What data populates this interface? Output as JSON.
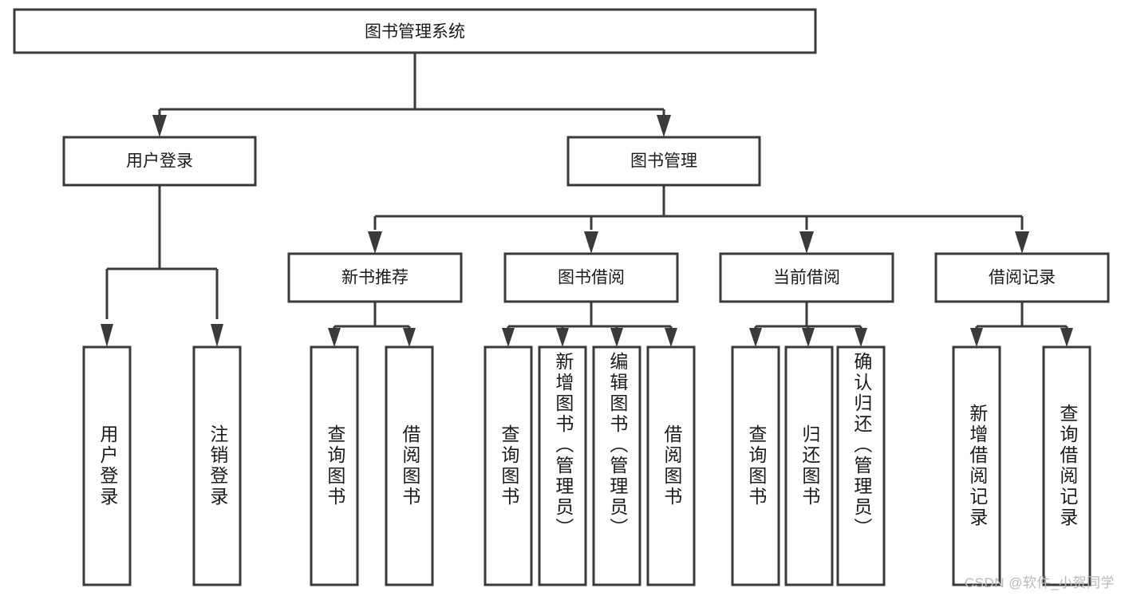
{
  "diagram": {
    "type": "tree-hierarchy-chart",
    "title": "图书管理系统",
    "orientation": "top-down",
    "background_color": "#ffffff",
    "line_color": "#3a3a3a",
    "text_color": "#1b1b1b",
    "levels": 4
  },
  "nodes": {
    "root": {
      "label": "图书管理系统"
    },
    "level2": [
      {
        "id": "user-login",
        "label": "用户登录"
      },
      {
        "id": "book-manage",
        "label": "图书管理"
      }
    ],
    "level3": [
      {
        "id": "new-book-recommend",
        "label": "新书推荐"
      },
      {
        "id": "book-borrow",
        "label": "图书借阅"
      },
      {
        "id": "current-borrow",
        "label": "当前借阅"
      },
      {
        "id": "borrow-record",
        "label": "借阅记录"
      }
    ],
    "leaves": {
      "user-login": [
        {
          "id": "leaf-user-login",
          "label": "用户登录"
        },
        {
          "id": "leaf-logout",
          "label": "注销登录"
        }
      ],
      "new-book-recommend": [
        {
          "id": "leaf-query-book-1",
          "label": "查询图书"
        },
        {
          "id": "leaf-borrow-book-1",
          "label": "借阅图书"
        }
      ],
      "book-borrow": [
        {
          "id": "leaf-query-book-2",
          "label": "查询图书"
        },
        {
          "id": "leaf-add-book",
          "label": "新增图书（管理员）"
        },
        {
          "id": "leaf-edit-book",
          "label": "编辑图书（管理员）"
        },
        {
          "id": "leaf-borrow-book-2",
          "label": "借阅图书"
        }
      ],
      "current-borrow": [
        {
          "id": "leaf-query-book-3",
          "label": "查询图书"
        },
        {
          "id": "leaf-return-book",
          "label": "归还图书"
        },
        {
          "id": "leaf-confirm-return",
          "label": "确认归还（管理员）"
        }
      ],
      "borrow-record": [
        {
          "id": "leaf-add-record",
          "label": "新增借阅记录"
        },
        {
          "id": "leaf-query-record",
          "label": "查询借阅记录"
        }
      ]
    }
  },
  "watermark": {
    "text": "CSDN @软件_小贺同学"
  }
}
